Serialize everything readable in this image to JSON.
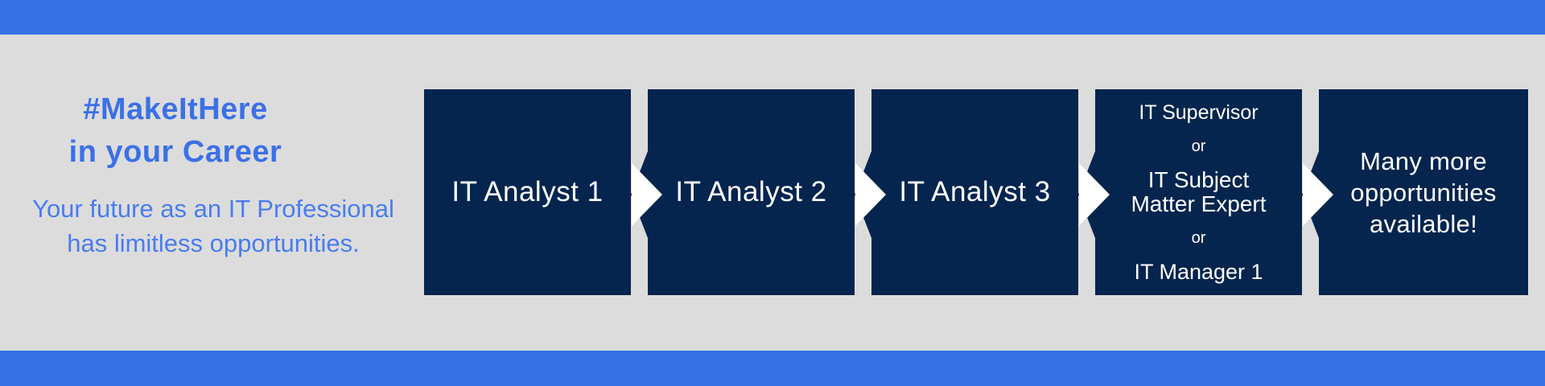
{
  "colors": {
    "bar_blue": "#3571e5",
    "headline_blue": "#3b70e6",
    "subtitle_blue": "#4a7cee",
    "box_navy": "#05254e",
    "background_gray": "#dcdcdc",
    "box_text_white": "#ffffff",
    "arrow_white": "#ffffff"
  },
  "intro": {
    "headline": {
      "line1": "#MakeItHere",
      "line2": "in your Career"
    },
    "subtitle": {
      "line1": "Your future as an IT Professional",
      "line2": "has limitless opportunities."
    }
  },
  "career_path": {
    "boxes": [
      {
        "name": "it-analyst-1",
        "lines": [
          {
            "text": "IT Analyst 1"
          }
        ]
      },
      {
        "name": "it-analyst-2",
        "lines": [
          {
            "text": "IT Analyst 2"
          }
        ]
      },
      {
        "name": "it-analyst-3",
        "lines": [
          {
            "text": "IT Analyst 3"
          }
        ]
      },
      {
        "name": "supervisor-sme-manager",
        "lines": [
          {
            "text": "IT Supervisor"
          },
          {
            "text": "or"
          },
          {
            "text": "IT Subject"
          },
          {
            "text": "Matter Expert"
          },
          {
            "text": "or"
          },
          {
            "text": "IT Manager 1"
          }
        ]
      },
      {
        "name": "many-more-opportunities",
        "lines": [
          {
            "text": "Many more"
          },
          {
            "text": "opportunities"
          },
          {
            "text": "available!"
          }
        ]
      }
    ]
  }
}
